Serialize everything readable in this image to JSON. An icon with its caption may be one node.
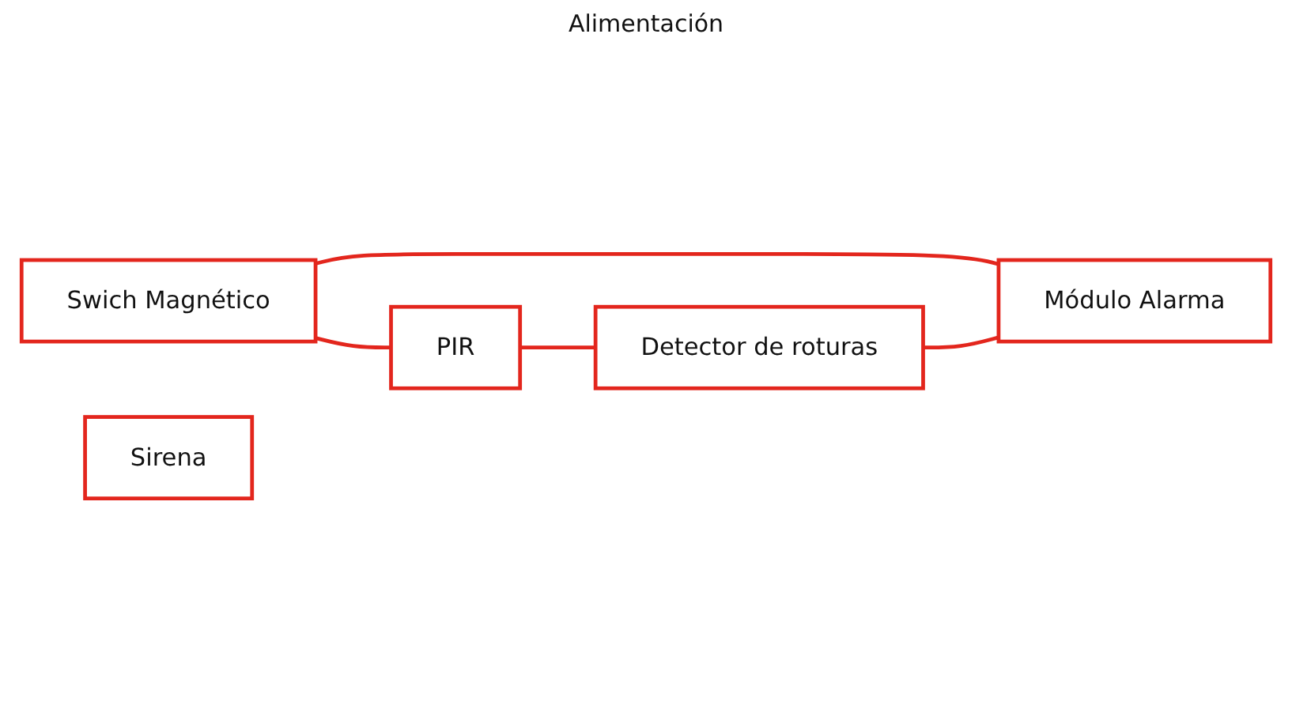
{
  "diagram": {
    "nodes": [
      {
        "text": [
          "Swich Magnético"
        ]
      },
      {
        "text": [
          "PIR"
        ]
      },
      {
        "text": [
          "Detector de roturas"
        ]
      },
      {
        "text": [
          "Módulo Alarma"
        ]
      },
      {
        "text": [
          "Sirena"
        ]
      }
    ],
    "edges": [
      {
        "from": 0,
        "to": 1,
        "arrow": "none"
      },
      {
        "from": 1,
        "to": 2,
        "arrow": "none"
      },
      {
        "from": 0,
        "to": 3,
        "arrow": "none"
      },
      {
        "from": 2,
        "to": 3,
        "arrow": "none"
      }
    ],
    "labels": [
      "Alimentación"
    ]
  }
}
